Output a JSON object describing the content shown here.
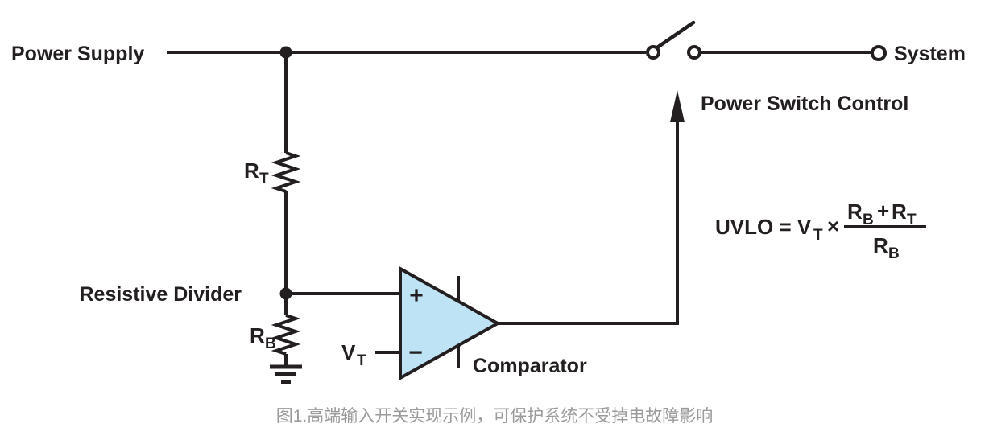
{
  "colors": {
    "line": "#231f20",
    "text": "#231f20",
    "comparator_fill": "#bde3f5",
    "caption": "#9a9a9a",
    "background": "#ffffff"
  },
  "labels": {
    "power_supply": "Power Supply",
    "system": "System",
    "power_switch_control": "Power Switch Control",
    "resistive_divider": "Resistive Divider",
    "comparator": "Comparator",
    "rt": {
      "base": "R",
      "sub": "T"
    },
    "rb": {
      "base": "R",
      "sub": "B"
    },
    "vt": {
      "base": "V",
      "sub": "T"
    },
    "plus": "+",
    "minus": "−"
  },
  "formula": {
    "prefix": "UVLO = V",
    "prefix_sub": "T",
    "times": "×",
    "numerator": {
      "r1": "R",
      "r1_sub": "B",
      "plus": "+",
      "r2": "R",
      "r2_sub": "T"
    },
    "denominator": {
      "base": "R",
      "sub": "B"
    }
  },
  "caption": "图1.高端输入开关实现示例，可保护系统不受掉电故障影响"
}
